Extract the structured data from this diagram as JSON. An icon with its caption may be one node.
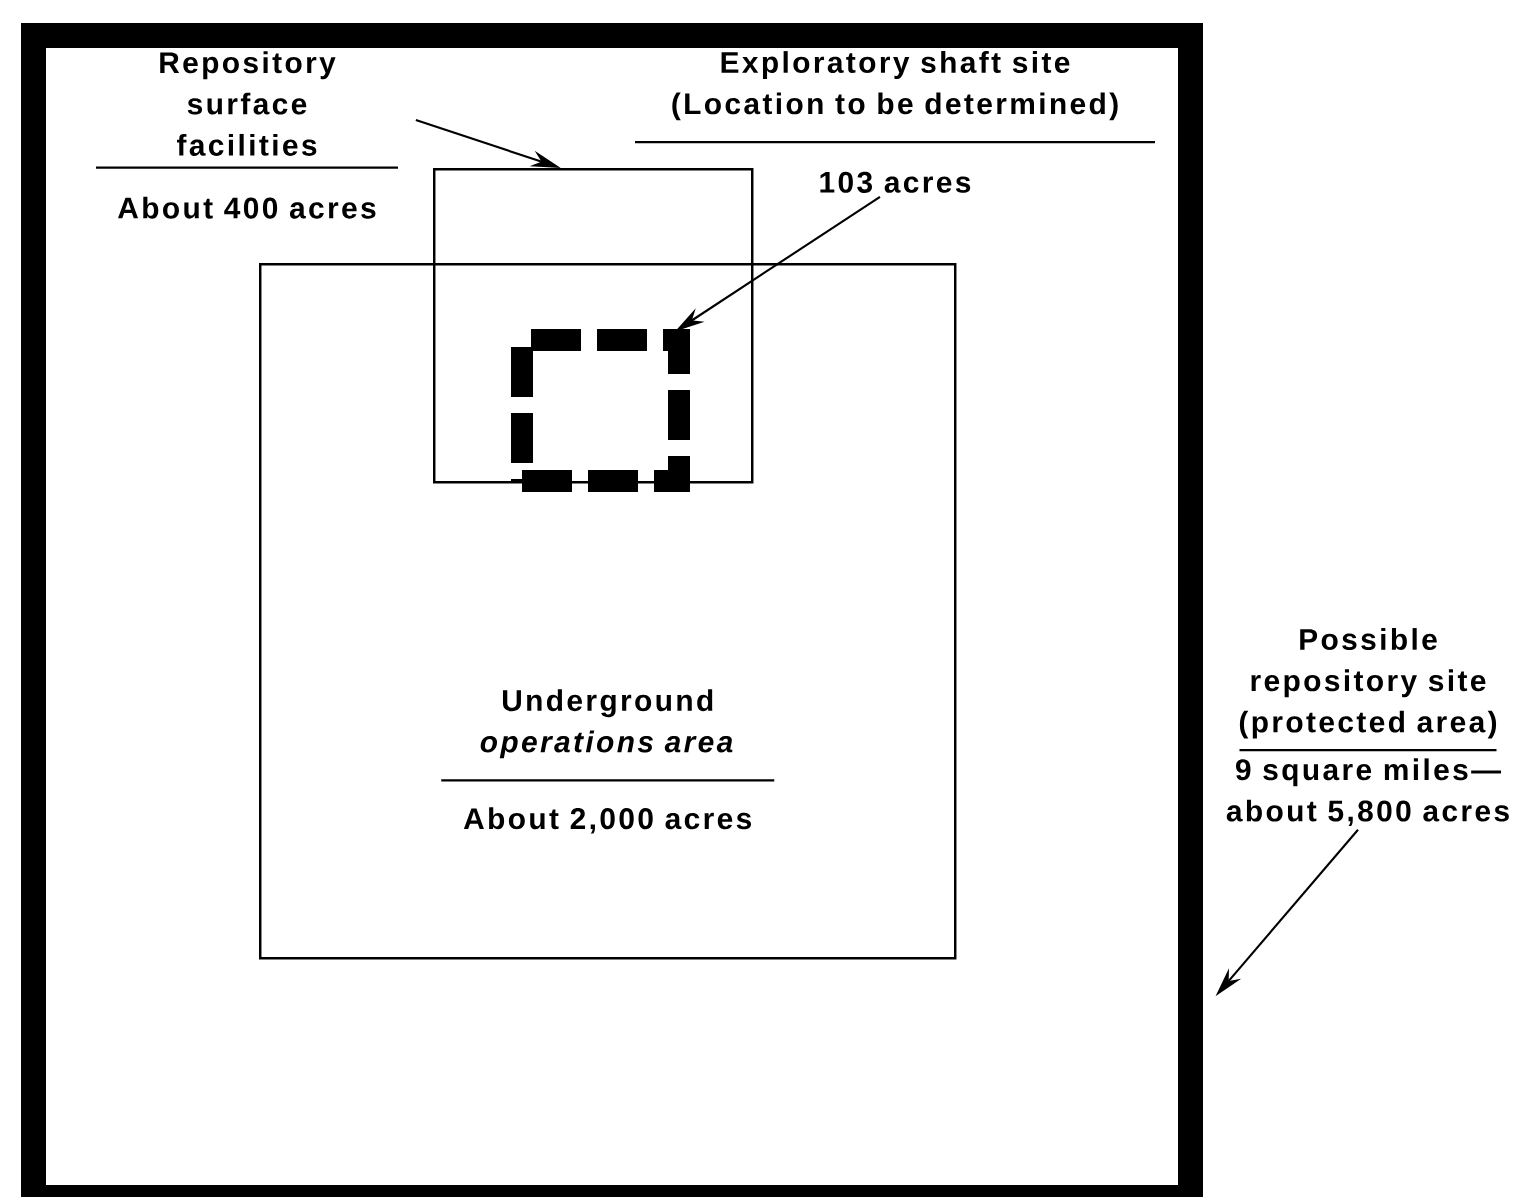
{
  "diagram": {
    "nodes": [
      {
        "text": [],
        "shape": "box"
      },
      {
        "text": [
          "Repository surface facilities",
          "About 400 acres"
        ],
        "in": 0
      },
      {
        "text": [
          "Exploratory shaft site (Location to be determined)",
          "103 acres"
        ],
        "in": 0
      },
      {
        "text": [],
        "shape": "box",
        "in": 0
      },
      {
        "text": [],
        "shape": "box"
      },
      {
        "text": [
          "Underground *operations area*",
          "About 2,000 acres"
        ],
        "in": 0
      },
      {
        "text": [
          "Possible repository site (protected area)",
          "9 square miles— about 5,800 acres"
        ]
      }
    ],
    "edges": [
      {
        "from": 1,
        "to": 3,
        "arrow": "to"
      },
      {
        "from": 2,
        "to": 4,
        "arrow": "to"
      },
      {
        "from": 6,
        "to": 0,
        "arrow": "to"
      }
    ]
  }
}
